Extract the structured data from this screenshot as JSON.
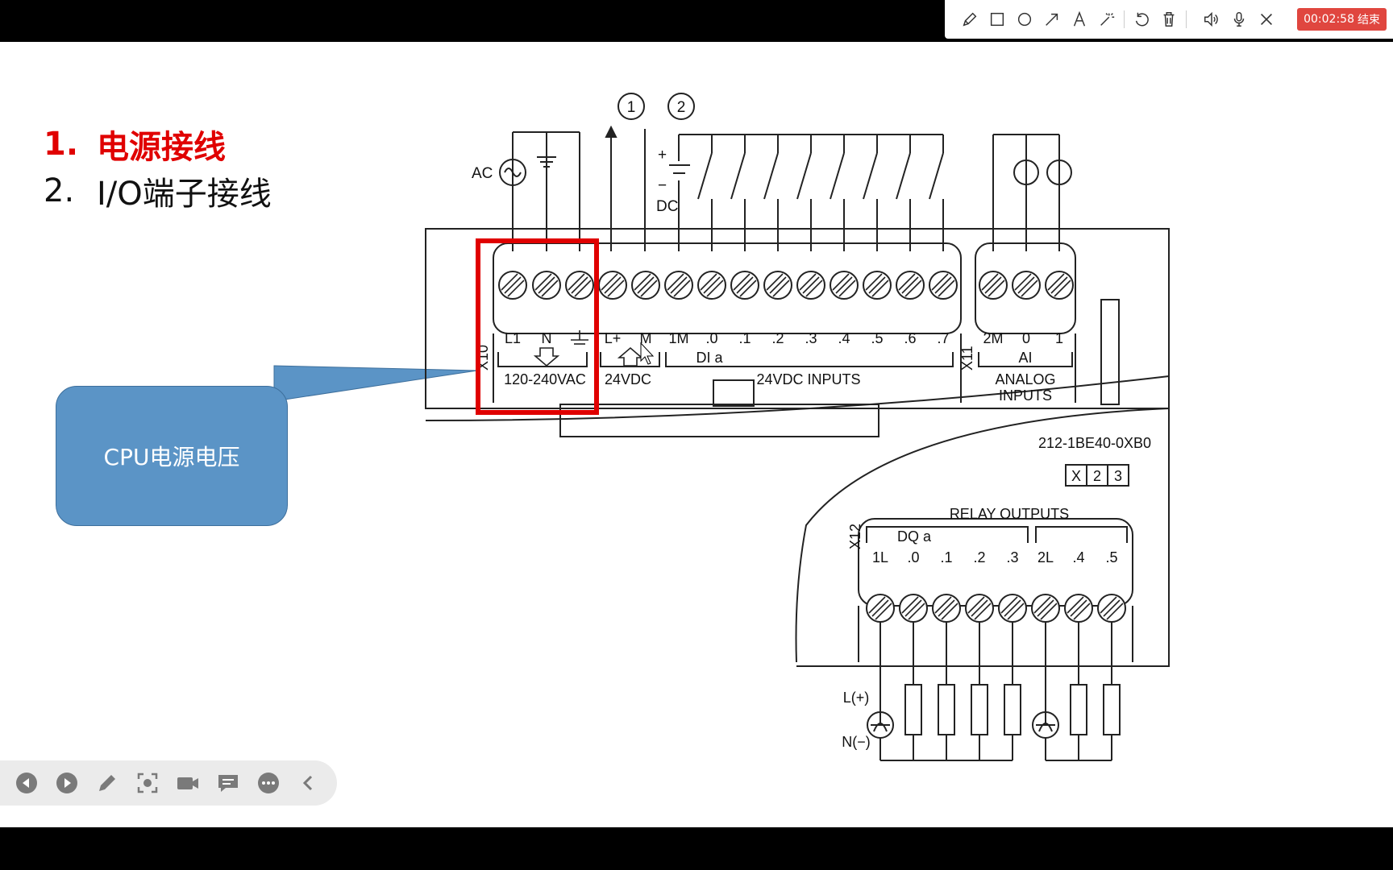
{
  "recording": {
    "timer": "00:02:58",
    "end_label": "结束"
  },
  "toolbar": {
    "tools": [
      "pen-icon",
      "rectangle-icon",
      "circle-icon",
      "arrow-icon",
      "text-icon",
      "magic-wand-icon",
      "undo-icon",
      "trash-icon",
      "speaker-icon",
      "microphone-icon",
      "close-icon"
    ]
  },
  "outline": {
    "items": [
      {
        "num": "1.",
        "text": "电源接线"
      },
      {
        "num": "2.",
        "text": "I/O端子接线"
      }
    ]
  },
  "callout": {
    "text": "CPU电源电压"
  },
  "diagram": {
    "circled": [
      "1",
      "2"
    ],
    "ac": "AC",
    "dc": "DC",
    "plus": "+",
    "minus": "−",
    "top_terminals": [
      "L1",
      "N",
      "L+",
      "M",
      "1M",
      ".0",
      ".1",
      ".2",
      ".3",
      ".4",
      ".5",
      ".6",
      ".7",
      "2M",
      "0",
      "1"
    ],
    "x10": "X10",
    "x11": "X11",
    "x12": "X12",
    "ac_range": "120-240VAC",
    "dc24": "24VDC",
    "dia": "DI a",
    "dc_inputs": "24VDC INPUTS",
    "ai": "AI",
    "analog_1": "ANALOG",
    "analog_2": "INPUTS",
    "model": "212-1BE40-0XB0",
    "model_boxes": [
      "X",
      "2",
      "3"
    ],
    "relay_outputs": "RELAY OUTPUTS",
    "dqa": "DQ a",
    "bottom_terminals": [
      "1L",
      ".0",
      ".1",
      ".2",
      ".3",
      "2L",
      ".4",
      ".5"
    ],
    "l_plus": "L(+)",
    "n_minus": "N(−)"
  },
  "nav": {
    "buttons": [
      "prev-slide-icon",
      "next-slide-icon",
      "pen-icon",
      "screenshot-icon",
      "camera-icon",
      "comment-icon",
      "more-icon",
      "collapse-icon"
    ]
  },
  "colors": {
    "highlight": "#e00000",
    "callout": "#5b94c6",
    "timer_bg": "#e0463f"
  }
}
